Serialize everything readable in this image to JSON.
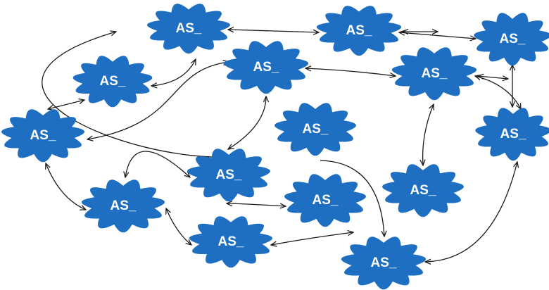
{
  "colors": {
    "cloud_fill": "#1e6fc2",
    "label": "#ffffff",
    "link": "#1a1a1a",
    "background": "#ffffff"
  },
  "nodes": [
    {
      "id": "n1",
      "label": "AS_"
    },
    {
      "id": "n2",
      "label": "AS_"
    },
    {
      "id": "n3",
      "label": "AS_"
    },
    {
      "id": "n4",
      "label": "AS_"
    },
    {
      "id": "n5",
      "label": "AS_"
    },
    {
      "id": "n6",
      "label": "AS_"
    },
    {
      "id": "n7",
      "label": "AS_"
    },
    {
      "id": "n8",
      "label": "AS_"
    },
    {
      "id": "n9",
      "label": "AS_"
    },
    {
      "id": "n10",
      "label": "AS_"
    },
    {
      "id": "n11",
      "label": "AS_"
    },
    {
      "id": "n12",
      "label": "AS_"
    },
    {
      "id": "n13",
      "label": "AS_"
    },
    {
      "id": "n14",
      "label": "AS_"
    },
    {
      "id": "n15",
      "label": "AS_"
    }
  ],
  "links": [
    {
      "from": "n1",
      "to": "n2",
      "arrows": "both"
    },
    {
      "from": "n2",
      "to": "n3",
      "arrows": "both"
    },
    {
      "from": "n3",
      "to": "n8",
      "arrows": "both"
    },
    {
      "from": "n1",
      "to": "n4",
      "arrows": "both"
    },
    {
      "from": "n6",
      "to": "n4",
      "arrows": "both"
    },
    {
      "from": "n4",
      "to": "n7",
      "arrows": "both"
    },
    {
      "from": "n5",
      "to": "n7",
      "arrows": "both"
    },
    {
      "from": "n5",
      "to": "n10",
      "arrows": "both"
    },
    {
      "from": "n5",
      "to": "n6",
      "arrows": "both"
    },
    {
      "from": "n5",
      "to": "n9",
      "arrows": "both"
    },
    {
      "from": "n6",
      "to": "n9",
      "arrows": "end"
    },
    {
      "from": "n9",
      "to": "n11",
      "arrows": "both"
    },
    {
      "from": "n6",
      "to": "n12",
      "arrows": "both"
    },
    {
      "from": "n11",
      "to": "n13",
      "arrows": "both"
    },
    {
      "from": "n11",
      "to": "n14",
      "arrows": "both"
    },
    {
      "from": "n12",
      "to": "n14",
      "arrows": "both"
    },
    {
      "from": "n10",
      "to": "n15",
      "arrows": "both"
    },
    {
      "from": "n13",
      "to": "n15",
      "arrows": "both"
    },
    {
      "from": "n15",
      "to": "n8",
      "arrows": "both"
    },
    {
      "from": "n3",
      "to": "n8",
      "arrows": "both"
    }
  ]
}
